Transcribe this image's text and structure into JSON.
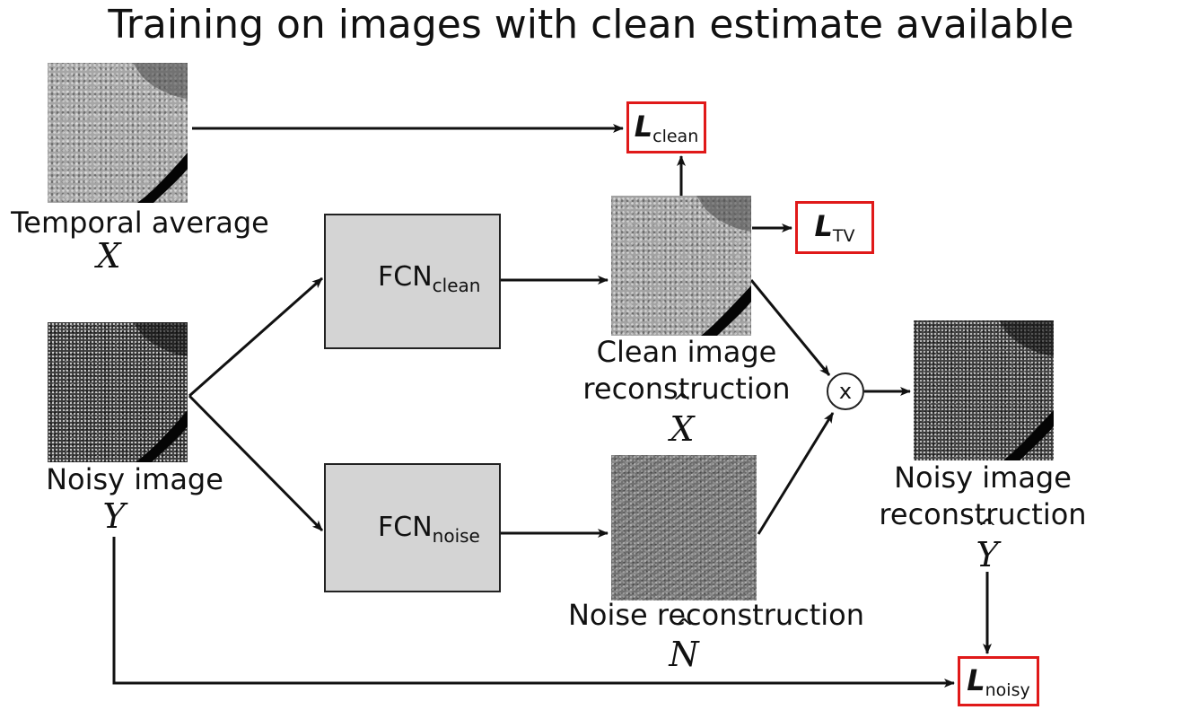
{
  "title": "Training on images with clean estimate available",
  "inputs": {
    "temporal_average": {
      "label": "Temporal average",
      "symbol": "X"
    },
    "noisy_image": {
      "label": "Noisy image",
      "symbol": "Y"
    }
  },
  "networks": {
    "clean": {
      "name": "FCN",
      "sub": "clean"
    },
    "noise": {
      "name": "FCN",
      "sub": "noise"
    }
  },
  "outputs": {
    "clean_reconstruction": {
      "line1": "Clean image",
      "line2": "reconstruction",
      "symbol": "X",
      "hat": "^"
    },
    "noise_reconstruction": {
      "label": "Noise reconstruction",
      "symbol": "N",
      "hat": "^"
    },
    "noisy_reconstruction": {
      "line1": "Noisy image",
      "line2": "reconstruction",
      "symbol": "Y",
      "hat": "^"
    }
  },
  "operator": "x",
  "losses": {
    "clean": {
      "L": "L",
      "sub": "clean"
    },
    "tv": {
      "L": "L",
      "sub": "TV"
    },
    "noisy": {
      "L": "L",
      "sub": "noisy"
    }
  },
  "colors": {
    "loss_border": "#e01919",
    "fcn_fill": "#d4d4d4",
    "arrow": "#111111"
  }
}
